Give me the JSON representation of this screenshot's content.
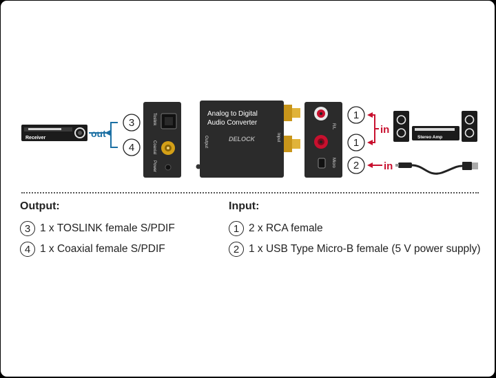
{
  "colors": {
    "in": "#c8102e",
    "out": "#1a6fa3",
    "device": "#2b2b2b",
    "gold": "#d4a017"
  },
  "diagram": {
    "receiver": "Receiver",
    "stereo_amp": "Stereo Amp",
    "out": "out",
    "in_top": "in",
    "in_bottom": "in",
    "converter_title_1": "Analog to Digital",
    "converter_title_2": "Audio Converter",
    "brand": "DELOCK",
    "port_toslink": "Toslink",
    "port_coaxial": "Coaxial",
    "port_power": "Power",
    "port_output": "Output",
    "port_input": "Input",
    "port_rl": "R/L",
    "port_micro": "Micro",
    "callouts": [
      "3",
      "4",
      "1",
      "1",
      "2"
    ]
  },
  "legend": {
    "output_title": "Output:",
    "input_title": "Input:",
    "output_items": [
      {
        "num": "3",
        "text": "1 x TOSLINK female S/PDIF"
      },
      {
        "num": "4",
        "text": "1 x Coaxial female S/PDIF"
      }
    ],
    "input_items": [
      {
        "num": "1",
        "text": "2 x RCA female"
      },
      {
        "num": "2",
        "text": "1 x USB Type Micro-B female (5 V power supply)"
      }
    ]
  }
}
